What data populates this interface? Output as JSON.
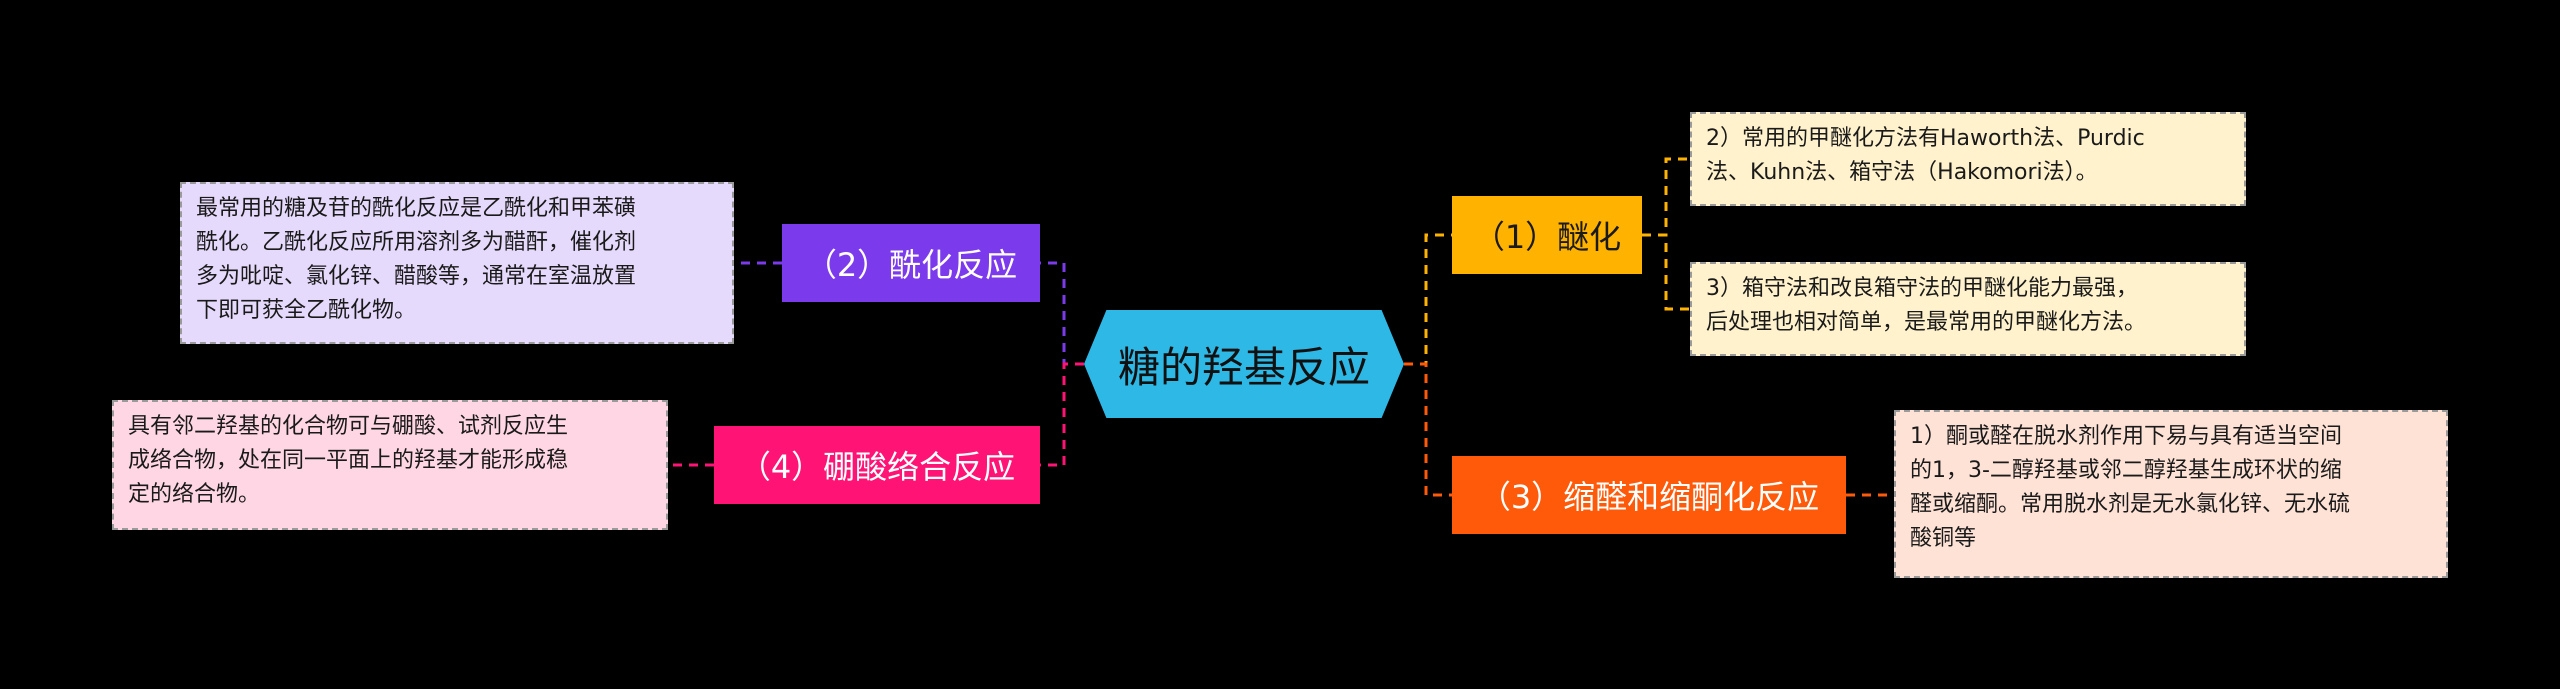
{
  "center": {
    "label": "糖的羟基反应",
    "color": "#2eb8e6"
  },
  "branches": [
    {
      "id": "b1",
      "label": "（1）醚化",
      "color": "#ffb300"
    },
    {
      "id": "b2",
      "label": "（2）酰化反应",
      "color": "#7c3aed"
    },
    {
      "id": "b3",
      "label": "（3）缩醛和缩酮化反应",
      "color": "#ff5a0a"
    },
    {
      "id": "b4",
      "label": "（4）硼酸络合反应",
      "color": "#ff1475"
    }
  ],
  "notes": [
    {
      "id": "n1",
      "lines": [
        "2）常用的甲醚化方法有Haworth法、Purdic",
        "法、Kuhn法、箱守法（Hakomori法）。"
      ]
    },
    {
      "id": "n2",
      "lines": [
        "3）箱守法和改良箱守法的甲醚化能力最强，",
        "后处理也相对简单，是最常用的甲醚化方法。"
      ]
    },
    {
      "id": "n3",
      "lines": [
        "1）酮或醛在脱水剂作用下易与具有适当空间",
        "的1，3-二醇羟基或邻二醇羟基生成环状的缩",
        "醛或缩酮。常用脱水剂是无水氯化锌、无水硫",
        "酸铜等"
      ]
    },
    {
      "id": "n4",
      "lines": [
        "最常用的糖及苷的酰化反应是乙酰化和甲苯磺",
        "酰化。乙酰化反应所用溶剂多为醋酐，催化剂",
        "多为吡啶、氯化锌、醋酸等，通常在室温放置",
        "下即可获全乙酰化物。"
      ]
    },
    {
      "id": "n5",
      "lines": [
        "具有邻二羟基的化合物可与硼酸、试剂反应生",
        "成络合物，处在同一平面上的羟基才能形成稳",
        "定的络合物。"
      ]
    }
  ]
}
